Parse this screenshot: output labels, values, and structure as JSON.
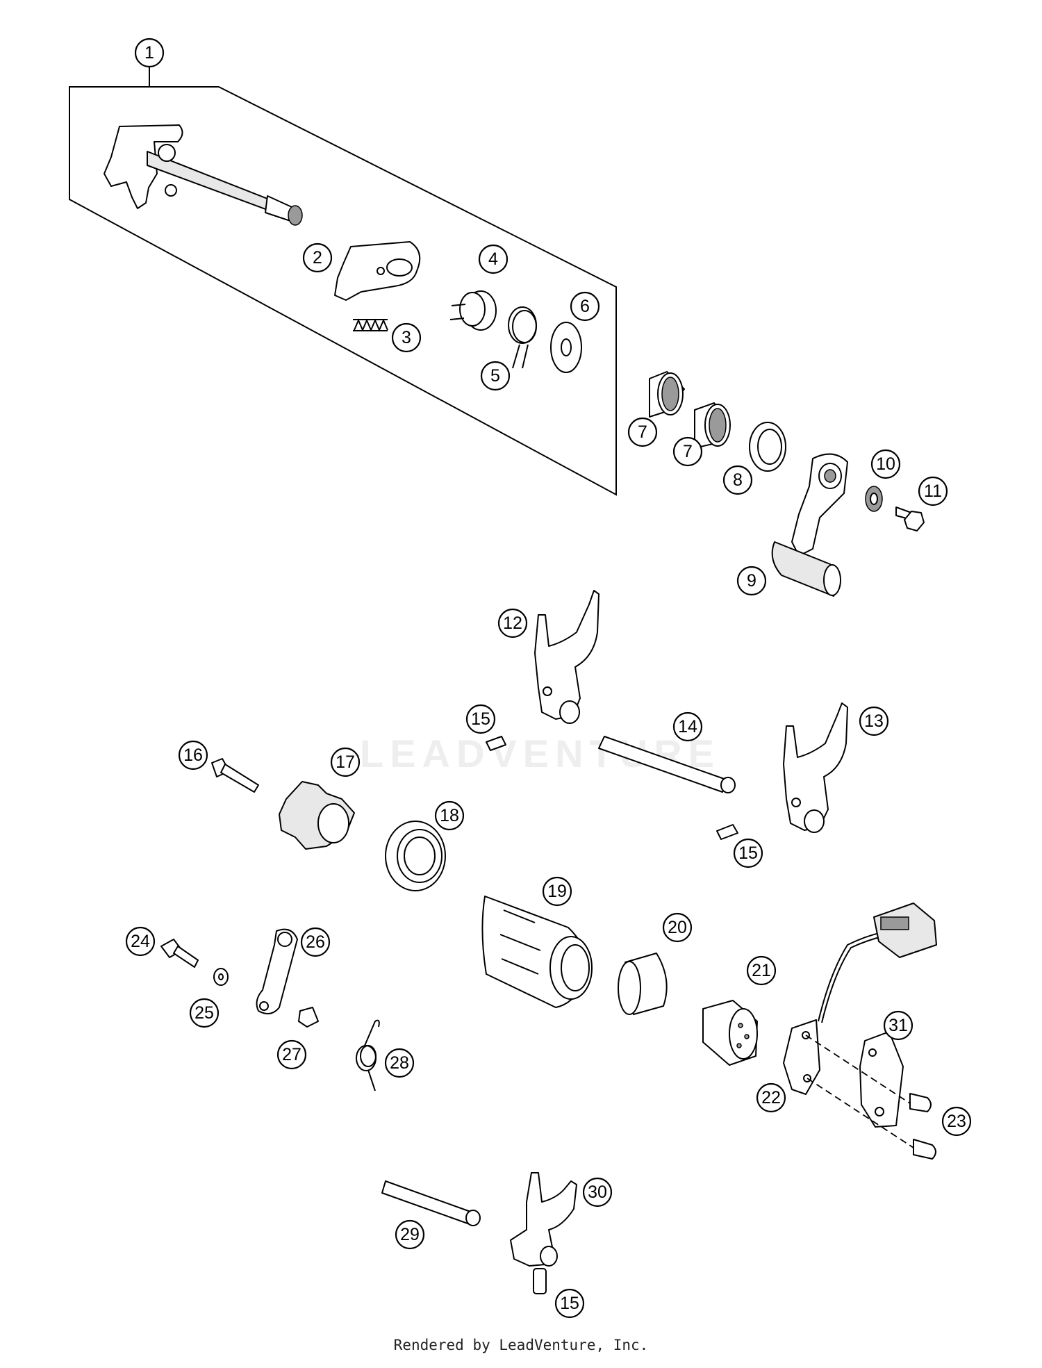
{
  "callouts": {
    "c1": "1",
    "c2": "2",
    "c3": "3",
    "c4": "4",
    "c5": "5",
    "c6": "6",
    "c7a": "7",
    "c7b": "7",
    "c8": "8",
    "c9": "9",
    "c10": "10",
    "c11": "11",
    "c12": "12",
    "c13": "13",
    "c14": "14",
    "c15a": "15",
    "c15b": "15",
    "c15c": "15",
    "c16": "16",
    "c17": "17",
    "c18": "18",
    "c19": "19",
    "c20": "20",
    "c21": "21",
    "c22": "22",
    "c23": "23",
    "c24": "24",
    "c25": "25",
    "c26": "26",
    "c27": "27",
    "c28": "28",
    "c29": "29",
    "c30": "30",
    "c31": "31"
  },
  "watermark": "LEADVENTURE",
  "footer": "Rendered by LeadVenture, Inc."
}
